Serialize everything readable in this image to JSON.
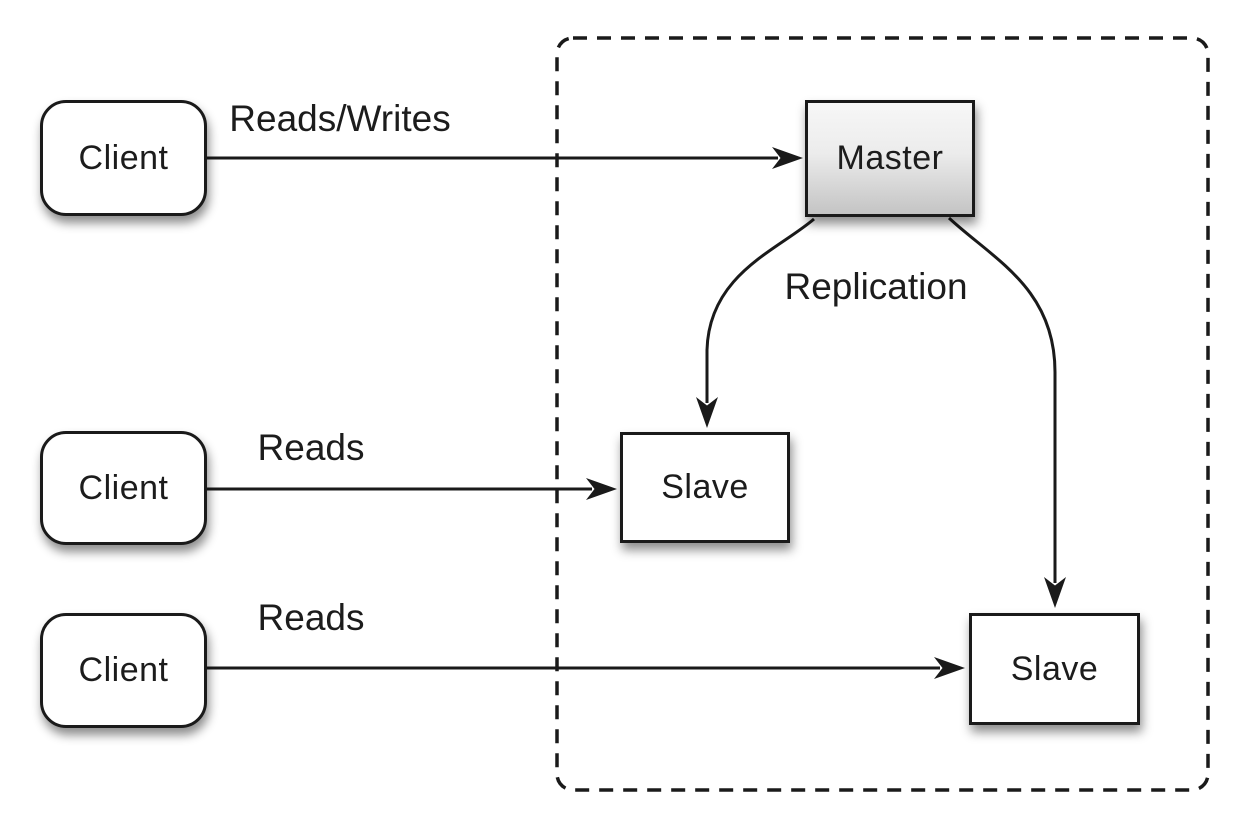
{
  "nodes": {
    "client1": {
      "label": "Client"
    },
    "client2": {
      "label": "Client"
    },
    "client3": {
      "label": "Client"
    },
    "master": {
      "label": "Master"
    },
    "slave1": {
      "label": "Slave"
    },
    "slave2": {
      "label": "Slave"
    }
  },
  "edges": {
    "client1_to_master": {
      "label": "Reads/Writes"
    },
    "client2_to_slave1": {
      "label": "Reads"
    },
    "client3_to_slave2": {
      "label": "Reads"
    },
    "master_to_slaves": {
      "label": "Replication"
    }
  },
  "colors": {
    "line": "#1a1a1a",
    "node_fill": "#ffffff",
    "master_gradient_top": "#f7f7f7",
    "master_gradient_bottom": "#c4c4c4",
    "text": "#1c1c1c",
    "background": "#ffffff"
  }
}
